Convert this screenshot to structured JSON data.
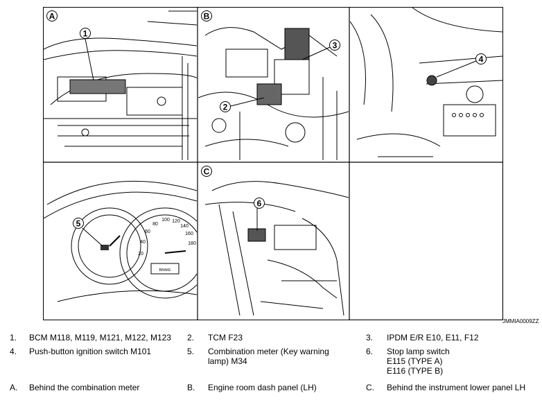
{
  "figure": {
    "code": "JMMIA0009ZZ",
    "panels": [
      {
        "letter": "A",
        "callout": "1"
      },
      {
        "letter": "B",
        "callouts": [
          "3",
          "2"
        ]
      },
      {
        "callout": "4"
      },
      {
        "callout": "5"
      },
      {
        "letter": "C",
        "callout": "6"
      }
    ],
    "gauges": {
      "speedo_ticks": [
        "20",
        "40",
        "60",
        "80",
        "100",
        "120",
        "140",
        "160",
        "180"
      ],
      "brake_label": "BRAKE"
    }
  },
  "legend": {
    "items": [
      {
        "num": "1.",
        "text": "BCM M118, M119, M121, M122, M123"
      },
      {
        "num": "2.",
        "text": "TCM F23"
      },
      {
        "num": "3.",
        "text": "IPDM E/R E10, E11, F12"
      },
      {
        "num": "4.",
        "text": "Push-button ignition switch M101"
      },
      {
        "num": "5.",
        "text": "Combination meter (Key warning\nlamp) M34"
      },
      {
        "num": "6.",
        "text": "Stop lamp switch\nE115 (TYPE A)\nE116 (TYPE B)"
      },
      {
        "num": "A.",
        "text": "Behind the combination meter"
      },
      {
        "num": "B.",
        "text": "Engine room dash panel (LH)"
      },
      {
        "num": "C.",
        "text": "Behind the instrument lower panel LH"
      }
    ]
  }
}
